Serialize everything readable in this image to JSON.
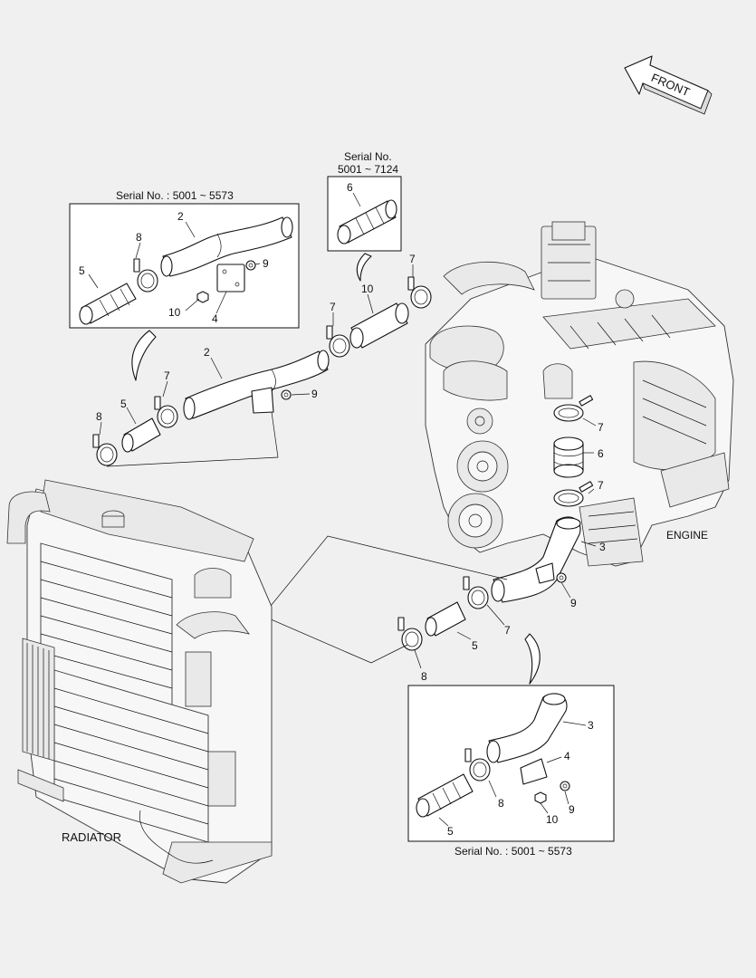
{
  "front_arrow": {
    "label": "FRONT"
  },
  "inset_top_left": {
    "title": "Serial No. : 5001 ~ 5573"
  },
  "inset_top_middle": {
    "title_line1": "Serial No.",
    "title_line2": "5001 ~ 7124"
  },
  "inset_bottom_right": {
    "title": "Serial No. : 5001 ~ 5573"
  },
  "assembly_labels": {
    "engine": "ENGINE",
    "radiator": "RADIATOR"
  },
  "callouts": {
    "tl_2": "2",
    "tl_8": "8",
    "tl_9": "9",
    "tl_5": "5",
    "tl_10": "10",
    "tl_4": "4",
    "tm_6": "6",
    "m_10": "10",
    "m_7a": "7",
    "m_7b": "7",
    "m_2": "2",
    "m_7c": "7",
    "m_9": "9",
    "m_5": "5",
    "m_8": "8",
    "r_7a": "7",
    "r_6": "6",
    "r_7b": "7",
    "r_3": "3",
    "r_9": "9",
    "b_7": "7",
    "b_5": "5",
    "b_8": "8",
    "br_3": "3",
    "br_4": "4",
    "br_8": "8",
    "br_9": "9",
    "br_10": "10",
    "br_5": "5"
  },
  "colors": {
    "line": "#111111",
    "background": "#f0f0f0",
    "paper": "#ffffff"
  }
}
